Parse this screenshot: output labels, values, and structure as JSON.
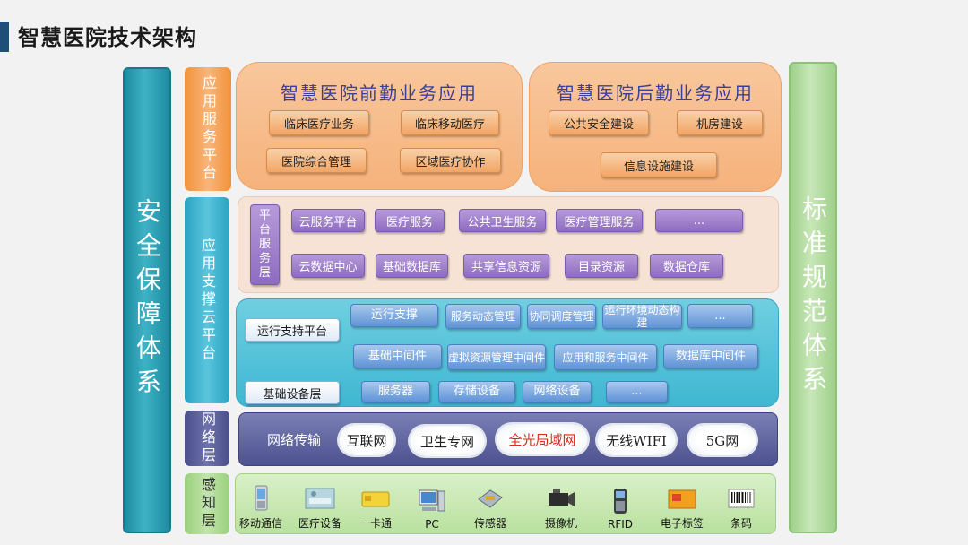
{
  "page_title": "智慧医院技术架构",
  "pillars": {
    "left": "安全保障体系",
    "right": "标准规范体系"
  },
  "layers": {
    "app_service": "应用服务平台",
    "app_support": "应用支撑云平台",
    "network": "网络层",
    "perception": "感知层"
  },
  "front_office": {
    "title": "智慧医院前勤业务应用",
    "items": [
      "临床医疗业务",
      "临床移动医疗",
      "医院综合管理",
      "区域医疗协作"
    ]
  },
  "back_office": {
    "title": "智慧医院后勤业务应用",
    "items": [
      "公共安全建设",
      "机房建设",
      "信息设施建设"
    ]
  },
  "cloud_platform": {
    "layer_label": "平台服务层",
    "row1": [
      "云服务平台",
      "医疗服务",
      "公共卫生服务",
      "医疗管理服务",
      "..."
    ],
    "row2": [
      "云数据中心",
      "基础数据库",
      "共享信息资源",
      "目录资源",
      "数据仓库"
    ]
  },
  "runtime": {
    "support_label": "运行支持平台",
    "row1": [
      "运行支撑",
      "服务动态管理",
      "协同调度管理",
      "运行环境动态构建",
      "..."
    ],
    "row2": [
      "基础中间件",
      "虚拟资源管理中间件",
      "应用和服务中间件",
      "数据库中间件"
    ],
    "infra_label": "基础设备层",
    "row3": [
      "服务器",
      "存储设备",
      "网络设备",
      "..."
    ]
  },
  "network": {
    "label": "网络传输",
    "items": [
      "互联网",
      "卫生专网",
      "全光局域网",
      "无线WIFI",
      "5G网"
    ],
    "highlight_color": "#e0261a"
  },
  "devices": [
    "移动通信",
    "医疗设备",
    "一卡通",
    "PC",
    "传感器",
    "摄像机",
    "RFID",
    "电子标签",
    "条码"
  ]
}
